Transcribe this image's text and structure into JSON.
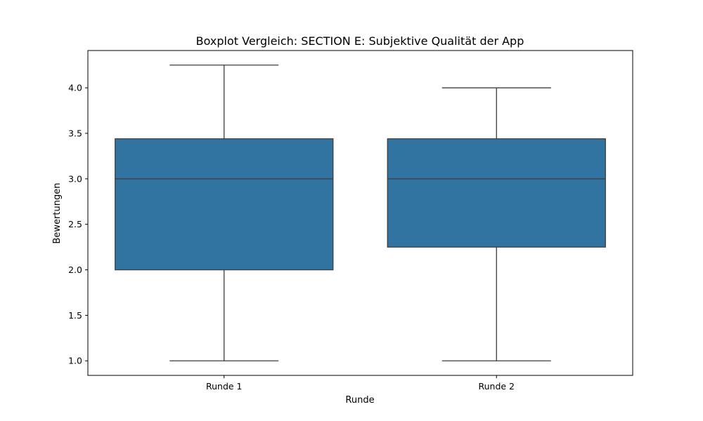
{
  "chart_data": {
    "type": "box",
    "title": "Boxplot Vergleich: SECTION E: Subjektive Qualität der App",
    "xlabel": "Runde",
    "ylabel": "Bewertungen",
    "categories": [
      "Runde 1",
      "Runde 2"
    ],
    "boxes": [
      {
        "category": "Runde 1",
        "whisker_low": 1.0,
        "q1": 2.0,
        "median": 3.0,
        "q3": 3.44,
        "whisker_high": 4.25
      },
      {
        "category": "Runde 2",
        "whisker_low": 1.0,
        "q1": 2.25,
        "median": 3.0,
        "q3": 3.44,
        "whisker_high": 4.0
      }
    ],
    "yticks": [
      1.0,
      1.5,
      2.0,
      2.5,
      3.0,
      3.5,
      4.0
    ],
    "ytick_labels": [
      "1.0",
      "1.5",
      "2.0",
      "2.5",
      "3.0",
      "3.5",
      "4.0"
    ],
    "ylim": [
      0.84,
      4.41
    ],
    "grid": false,
    "legend": false,
    "colors": {
      "box_fill": "#3274a1",
      "line": "#3d3d3d",
      "frame": "#000000"
    }
  }
}
